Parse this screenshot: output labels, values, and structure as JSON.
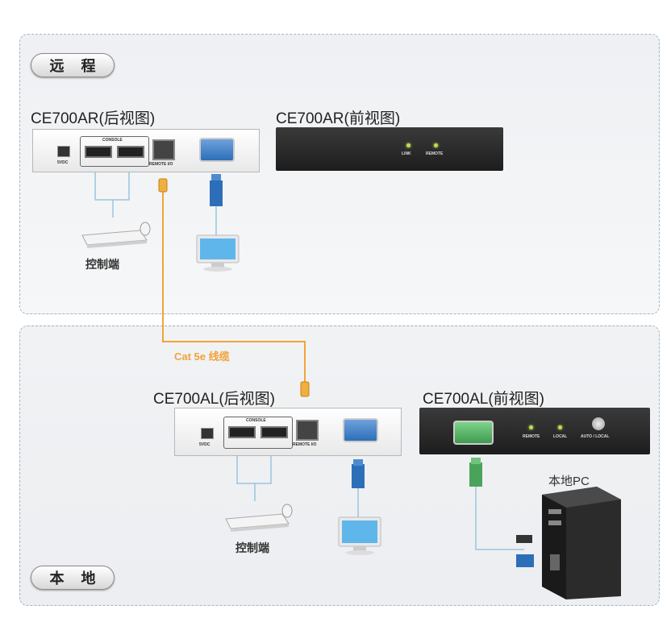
{
  "zones": {
    "remote_label": "远 程",
    "local_label": "本 地"
  },
  "remote": {
    "rear_title": "CE700AR(后视图)",
    "front_title": "CE700AR(前视图)",
    "console_caption": "控制端",
    "rear_labels": {
      "console": "CONSOLE",
      "remote_io": "REMOTE I/O",
      "power": "5VDC"
    },
    "front_leds": [
      "LINK",
      "REMOTE"
    ]
  },
  "cable": {
    "label": "Cat 5e 线缆",
    "color": "#f2a33a"
  },
  "local": {
    "rear_title": "CE700AL(后视图)",
    "front_title": "CE700AL(前视图)",
    "console_caption": "控制端",
    "pc_caption": "本地PC",
    "rear_labels": {
      "console": "CONSOLE",
      "remote_io": "REMOTE I/O",
      "power": "5VDC"
    },
    "front_leds": [
      "REMOTE",
      "LOCAL"
    ],
    "front_button": "AUTO / LOCAL"
  },
  "colors": {
    "zone_border": "#9fb6c8",
    "vga_blue": "#2c6fb8",
    "vga_green": "#4aa35a",
    "device_dark": "#262626"
  }
}
